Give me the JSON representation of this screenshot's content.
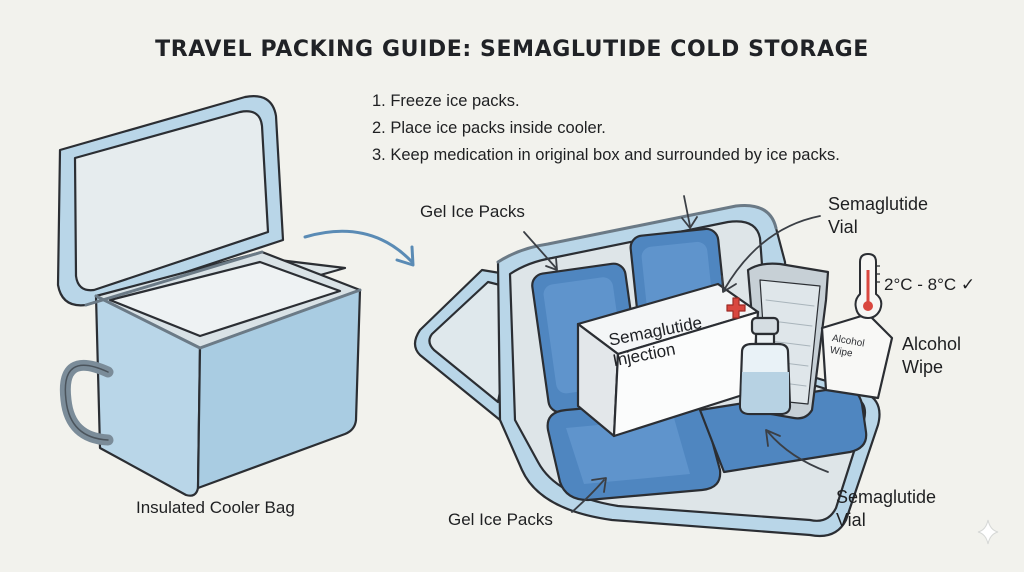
{
  "title": "TRAVEL PACKING GUIDE: SEMAGLUTIDE COLD STORAGE",
  "steps": [
    "1. Freeze ice packs.",
    "2. Place ice packs inside cooler.",
    "3. Keep medication in original box and surrounded by ice packs."
  ],
  "labels": {
    "cooler": "Insulated Cooler Bag",
    "gel_top": "Gel Ice Packs",
    "gel_bottom": "Gel Ice Packs",
    "vial_top_line1": "Semaglutide",
    "vial_top_line2": "Vial",
    "vial_bottom_line1": "Semaglutide",
    "vial_bottom_line2": "Vial",
    "wipe_line1": "Alcohol",
    "wipe_line2": "Wipe",
    "temperature": "2°C - 8°C ✓"
  },
  "box_label": {
    "line1": "Semaglutide",
    "line2": "Injection"
  },
  "wipe_packet": {
    "line1": "Alcohol",
    "line2": "Wipe"
  },
  "icons": [
    "thermometer-icon",
    "checkmark-icon",
    "red-cross-icon",
    "sparkle-icon",
    "arrow-icon"
  ],
  "colors": {
    "background": "#f2f2ed",
    "cooler_body": "#b9d6e8",
    "ice_pack": "#4f86c0",
    "outline": "#2b2e33",
    "cross": "#d9473f"
  }
}
